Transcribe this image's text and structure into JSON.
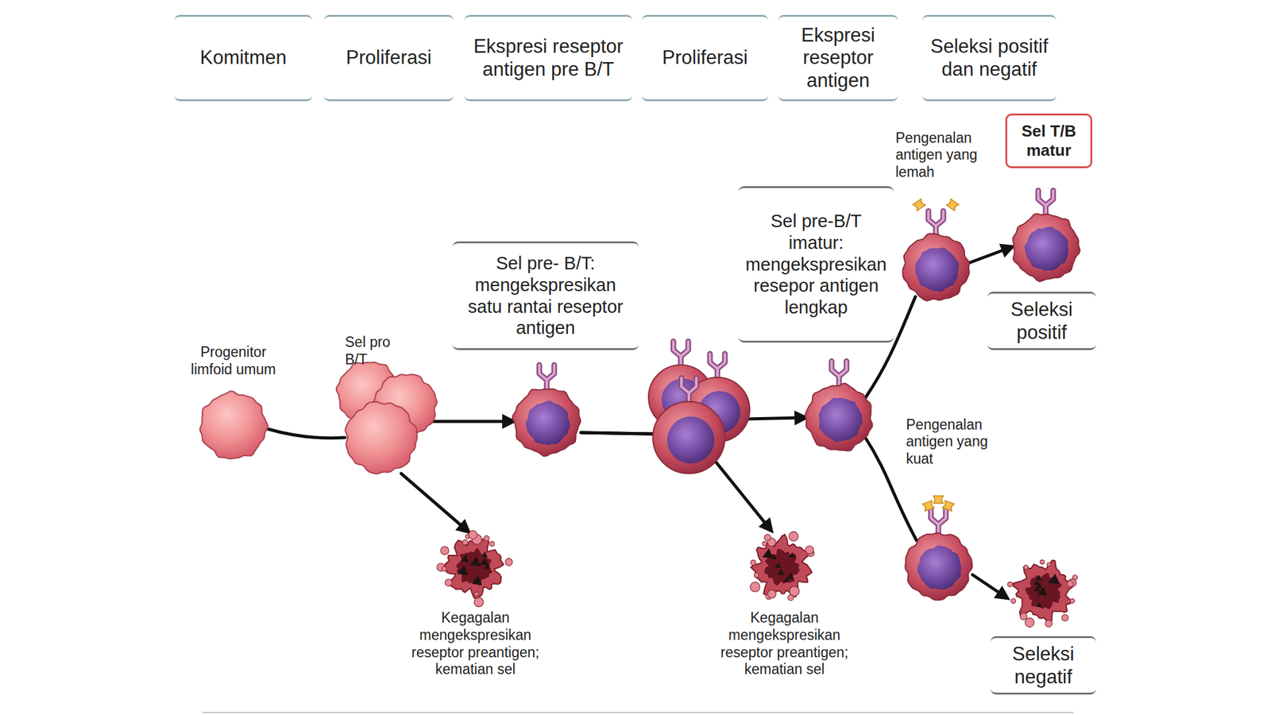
{
  "diagram": {
    "nodes": [
      {
        "text": [
          "Komitmen"
        ]
      },
      {
        "text": [
          "Proliferasi"
        ]
      },
      {
        "text": [
          "Ekspresi reseptor antigen pre B/T"
        ]
      },
      {
        "text": [
          "Proliferasi"
        ]
      },
      {
        "text": [
          "Ekspresi reseptor antigen"
        ]
      },
      {
        "text": [
          "Seleksi positif dan negatif"
        ]
      },
      {
        "text": [
          "Progenitor limfoid umum"
        ]
      },
      {
        "text": [
          "Sel pro B/T"
        ]
      },
      {
        "text": [
          "Sel pre- B/T: mengekspresikan satu rantai reseptor antigen"
        ]
      },
      {
        "text": [
          "Kegagalan mengekspresikan reseptor preantigen; kematian sel"
        ]
      },
      {
        "text": [
          "Sel pre-B/T imatur: mengekspresikan resepor antigen lengkap"
        ]
      },
      {
        "text": [
          "Kegagalan mengekspresikan reseptor preantigen; kematian sel"
        ]
      },
      {
        "text": [
          "Pengenalan antigen yang lemah"
        ]
      },
      {
        "text": [
          "Sel T/B matur",
          "Seleksi positif"
        ]
      },
      {
        "text": [
          "Pengenalan antigen yang kuat"
        ]
      },
      {
        "text": [
          "Seleksi negatif"
        ]
      }
    ],
    "edges": [
      {
        "from": 6,
        "to": 7,
        "arrow": "none"
      },
      {
        "from": 7,
        "to": 8,
        "arrow": "to"
      },
      {
        "from": 7,
        "to": 9,
        "arrow": "to"
      },
      {
        "from": 8,
        "to": 10,
        "arrow": "to"
      },
      {
        "from": 8,
        "to": 11,
        "arrow": "to"
      },
      {
        "from": 10,
        "to": 12,
        "arrow": "none"
      },
      {
        "from": 12,
        "to": 13,
        "arrow": "to"
      },
      {
        "from": 10,
        "to": 14,
        "arrow": "none"
      },
      {
        "from": 14,
        "to": 15,
        "arrow": "to"
      }
    ]
  }
}
